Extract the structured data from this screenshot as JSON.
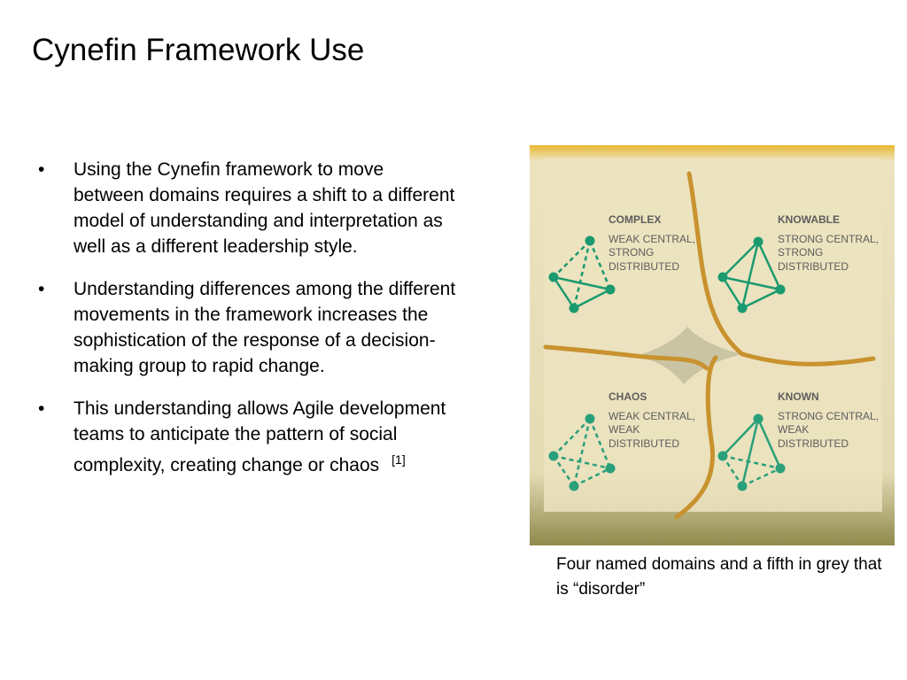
{
  "slide": {
    "title": "Cynefin Framework Use",
    "bullets": [
      "Using the Cynefin framework to move between domains requires a shift to a different model of understanding and interpretation as well as a different leadership style.",
      "Understanding differences among the different movements in the framework increases the sophistication of the response of a decision-making group to rapid change.",
      "This understanding allows Agile development teams to anticipate the pattern of social complexity, creating change or chaos"
    ],
    "citation": "[1]",
    "caption": "Four named domains and a fifth in grey that is “disorder”"
  },
  "diagram": {
    "domains": [
      {
        "name": "COMPLEX",
        "line1": "WEAK CENTRAL,",
        "line2": "STRONG",
        "line3": "DISTRIBUTED"
      },
      {
        "name": "KNOWABLE",
        "line1": "STRONG CENTRAL,",
        "line2": "STRONG",
        "line3": "DISTRIBUTED"
      },
      {
        "name": "CHAOS",
        "line1": "WEAK CENTRAL,",
        "line2": "WEAK",
        "line3": "DISTRIBUTED"
      },
      {
        "name": "KNOWN",
        "line1": "STRONG CENTRAL,",
        "line2": "WEAK",
        "line3": "DISTRIBUTED"
      }
    ],
    "colors": {
      "frame_top": "#e9b933",
      "panel": "#ece3bf",
      "boundary": "#c8922e",
      "disorder": "#c9c4a4",
      "network": "#1a9a6e",
      "label": "#5d5d5d",
      "frame_bottom": "#8f8a4c"
    }
  }
}
